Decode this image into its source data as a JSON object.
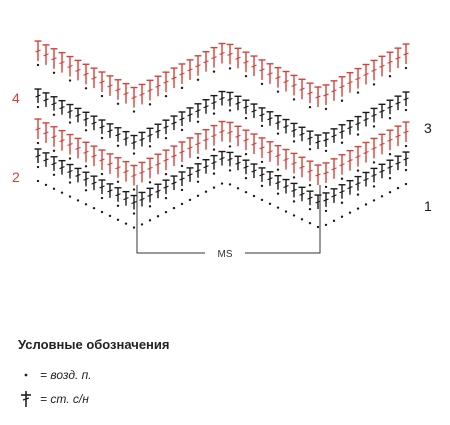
{
  "diagram": {
    "row_labels_left": [
      "4",
      "2"
    ],
    "row_labels_right": [
      "3",
      "1"
    ],
    "colors": {
      "top_row": "#d8403a",
      "stitch": "#1a1a1a",
      "repeat_bracket": "#333333"
    }
  },
  "repeat_label": "MS",
  "legend": {
    "title": "Условные обозначения",
    "items": [
      {
        "symbol": "chain-dot-icon",
        "text": "= возд. п."
      },
      {
        "symbol": "double-crochet-icon",
        "text": "= ст. с/н"
      }
    ]
  }
}
